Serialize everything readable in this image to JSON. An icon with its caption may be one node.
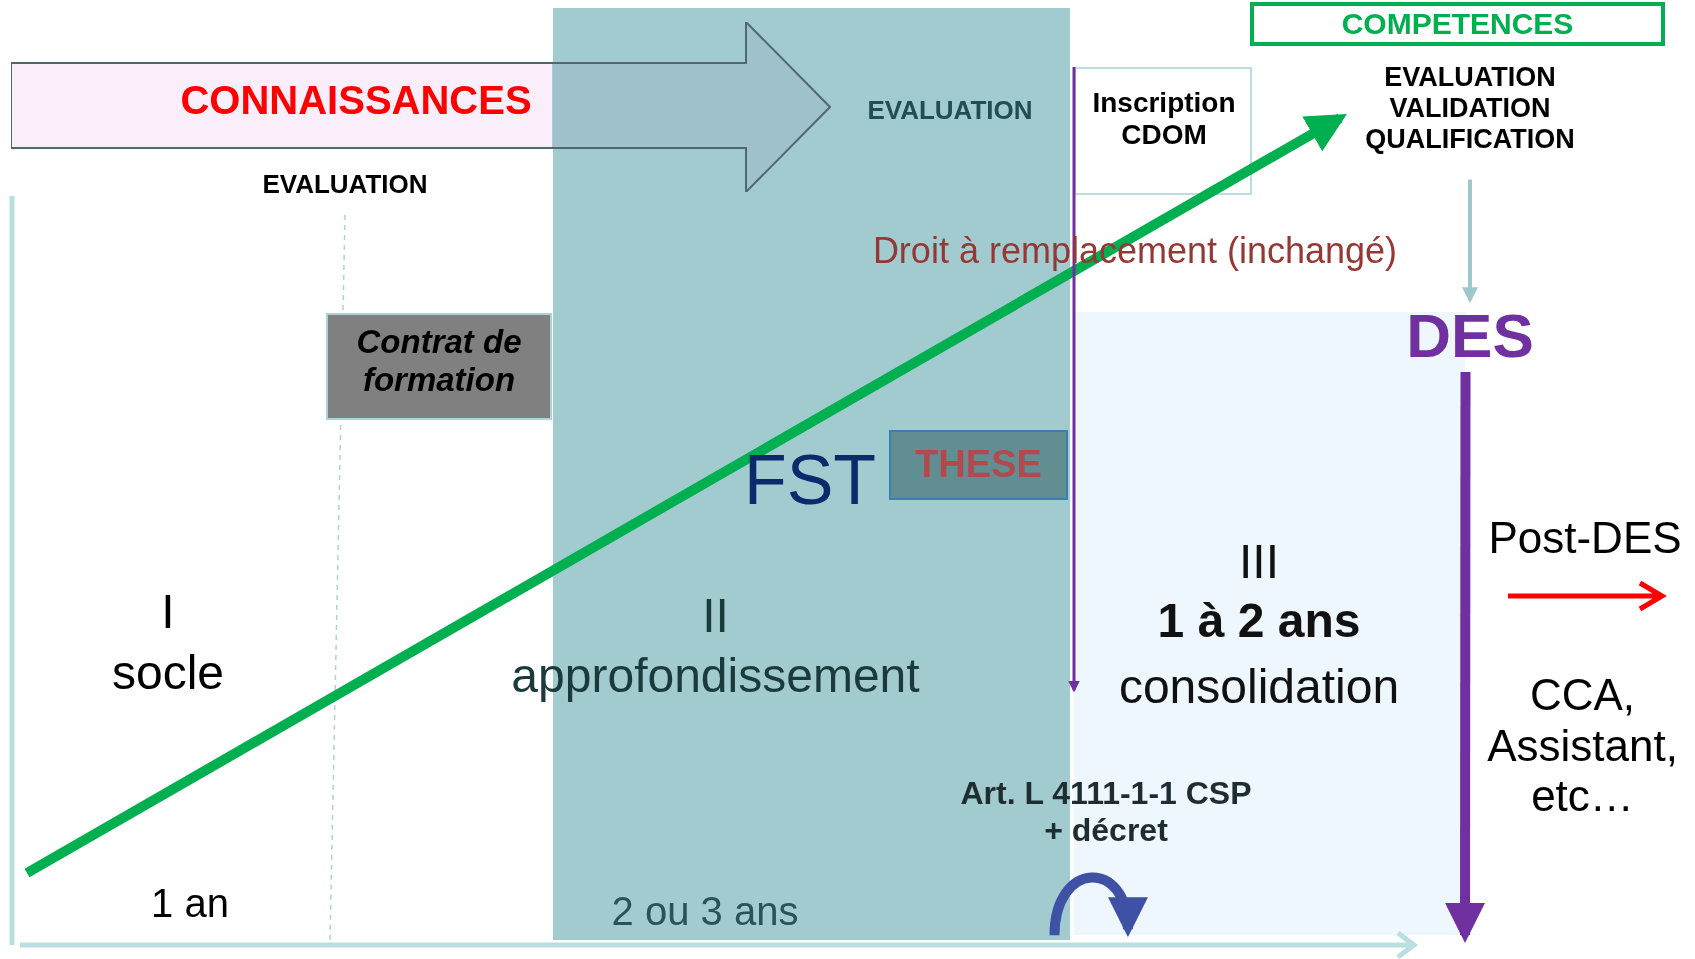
{
  "diagram": {
    "nodes": [
      {
        "text": [
          "CONNAISSANCES"
        ]
      },
      {
        "text": [
          "II",
          "approfondissement",
          "2 ou 3 ans"
        ]
      },
      {
        "text": [
          "Contrat de formation"
        ]
      },
      {
        "text": [
          "THESE"
        ],
        "in": 1
      },
      {
        "text": [
          "Inscription CDOM"
        ]
      },
      {
        "text": [
          "III",
          "1 à 2 ans",
          "consolidation"
        ]
      },
      {
        "text": [
          "COMPETENCES"
        ]
      },
      {
        "text": [
          "EVALUATION VALIDATION QUALIFICATION"
        ]
      },
      {
        "text": [
          "DES"
        ]
      }
    ],
    "edges": [
      {
        "from": null,
        "to": 7,
        "arrow": "to",
        "color": "#00b050"
      },
      {
        "from": 7,
        "to": 8,
        "arrow": "to",
        "color": "#9ec9cc"
      },
      {
        "from": 8,
        "to": 5,
        "arrow": "to",
        "color": "#7030a0"
      },
      {
        "from": 4,
        "to": 5,
        "arrow": "to",
        "color": "#7030a0"
      },
      {
        "from": 1,
        "to": 5,
        "arrow": "to",
        "color": "#3f51a5"
      }
    ],
    "labels": [
      "EVALUATION",
      "EVALUATION",
      "Droit à remplacement (inchangé)",
      "FST",
      "I",
      "socle",
      "Post-DES",
      "CCA, Assistant, etc…",
      "Art. L 4111-1-1 CSP + décret",
      "1 an"
    ]
  }
}
